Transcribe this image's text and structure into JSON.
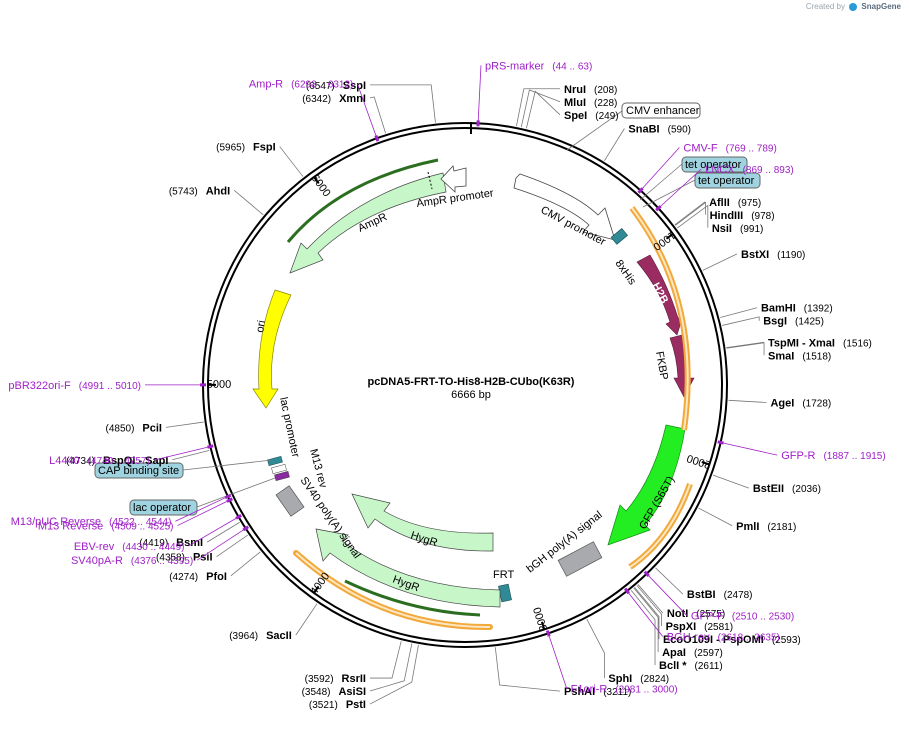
{
  "credit": {
    "prefix": "Created by",
    "brand": "SnapGene"
  },
  "plasmid": {
    "name": "pcDNA5-FRT-TO-His8-H2B-CUbo(K63R)",
    "length": "6666 bp",
    "bp": 6666
  },
  "ticks": [
    {
      "bp": 1000,
      "label": "1000"
    },
    {
      "bp": 2000,
      "label": "2000"
    },
    {
      "bp": 3000,
      "label": "3000"
    },
    {
      "bp": 4000,
      "label": "4000"
    },
    {
      "bp": 5000,
      "label": "5000"
    },
    {
      "bp": 6000,
      "label": "6000"
    }
  ],
  "sites": [
    {
      "name": "SspI",
      "pos": "(6547)",
      "bp": 6547,
      "side": "left"
    },
    {
      "name": "XmnI",
      "pos": "(6342)",
      "bp": 6342,
      "side": "left"
    },
    {
      "name": "FspI",
      "pos": "(5965)",
      "bp": 5965,
      "side": "left"
    },
    {
      "name": "AhdI",
      "pos": "(5743)",
      "bp": 5743,
      "side": "left"
    },
    {
      "name": "NruI",
      "pos": "(208)",
      "bp": 208,
      "side": "right"
    },
    {
      "name": "MluI",
      "pos": "(228)",
      "bp": 228,
      "side": "right"
    },
    {
      "name": "SpeI",
      "pos": "(249)",
      "bp": 249,
      "side": "right"
    },
    {
      "name": "SnaBI",
      "pos": "(590)",
      "bp": 590,
      "side": "right"
    },
    {
      "name": "AflII",
      "pos": "(975)",
      "bp": 975,
      "side": "right"
    },
    {
      "name": "HindIII",
      "pos": "(978)",
      "bp": 978,
      "side": "right"
    },
    {
      "name": "NsiI",
      "pos": "(991)",
      "bp": 991,
      "side": "right"
    },
    {
      "name": "BstXI",
      "pos": "(1190)",
      "bp": 1190,
      "side": "right"
    },
    {
      "name": "BamHI",
      "pos": "(1392)",
      "bp": 1392,
      "side": "right"
    },
    {
      "name": "BsgI",
      "pos": "(1425)",
      "bp": 1425,
      "side": "right"
    },
    {
      "name": "TspMI  - XmaI",
      "pos": "(1516)",
      "bp": 1516,
      "side": "right"
    },
    {
      "name": "SmaI",
      "pos": "(1518)",
      "bp": 1518,
      "side": "right"
    },
    {
      "name": "AgeI",
      "pos": "(1728)",
      "bp": 1728,
      "side": "right"
    },
    {
      "name": "BstEII",
      "pos": "(2036)",
      "bp": 2036,
      "side": "right"
    },
    {
      "name": "PmlI",
      "pos": "(2181)",
      "bp": 2181,
      "side": "right"
    },
    {
      "name": "BstBI",
      "pos": "(2478)",
      "bp": 2478,
      "side": "right"
    },
    {
      "name": "NotI",
      "pos": "(2575)",
      "bp": 2575,
      "side": "right"
    },
    {
      "name": "PspXI",
      "pos": "(2581)",
      "bp": 2581,
      "side": "right"
    },
    {
      "name": "EcoO109I  - PspOMI",
      "pos": "(2593)",
      "bp": 2593,
      "side": "right"
    },
    {
      "name": "ApaI",
      "pos": "(2597)",
      "bp": 2597,
      "side": "right"
    },
    {
      "name": "BclI *",
      "pos": "(2611)",
      "bp": 2611,
      "side": "right"
    },
    {
      "name": "SphI",
      "pos": "(2824)",
      "bp": 2824,
      "side": "right"
    },
    {
      "name": "PshAI",
      "pos": "(3211)",
      "bp": 3211,
      "side": "right"
    },
    {
      "name": "PstI",
      "pos": "(3521)",
      "bp": 3521,
      "side": "left"
    },
    {
      "name": "AsiSI",
      "pos": "(3548)",
      "bp": 3548,
      "side": "left"
    },
    {
      "name": "RsrII",
      "pos": "(3592)",
      "bp": 3592,
      "side": "left"
    },
    {
      "name": "SacII",
      "pos": "(3964)",
      "bp": 3964,
      "side": "left"
    },
    {
      "name": "PfoI",
      "pos": "(4274)",
      "bp": 4274,
      "side": "left"
    },
    {
      "name": "PsiI",
      "pos": "(4358)",
      "bp": 4358,
      "side": "left"
    },
    {
      "name": "BsmI",
      "pos": "(4419)",
      "bp": 4419,
      "side": "left"
    },
    {
      "name": "BspQI  - SapI",
      "pos": "(4734)",
      "bp": 4734,
      "side": "left"
    },
    {
      "name": "PciI",
      "pos": "(4850)",
      "bp": 4850,
      "side": "left"
    }
  ],
  "primers": [
    {
      "name": "pRS-marker",
      "pos": "(44 .. 63)",
      "bp": 53
    },
    {
      "name": "CMV-F",
      "pos": "(769 .. 789)",
      "bp": 779
    },
    {
      "name": "LNCX",
      "pos": "(869 .. 893)",
      "bp": 881
    },
    {
      "name": "GFP-R",
      "pos": "(1887 .. 1915)",
      "bp": 1901
    },
    {
      "name": "GFP-F",
      "pos": "(2510 .. 2530)",
      "bp": 2520
    },
    {
      "name": "BGH-rev",
      "pos": "(2618 .. 2635)",
      "bp": 2626
    },
    {
      "name": "F1ori-R",
      "pos": "(2981 .. 3000)",
      "bp": 2990
    },
    {
      "name": "SV40pA-R",
      "pos": "(4376 .. 4395)",
      "bp": 4385
    },
    {
      "name": "EBV-rev",
      "pos": "(4430 .. 4449)",
      "bp": 4440
    },
    {
      "name": "M13 Reverse",
      "pos": "(4509 .. 4525)",
      "bp": 4517
    },
    {
      "name": "M13/pUC Reverse",
      "pos": "(4522 .. 4544)",
      "bp": 4533
    },
    {
      "name": "L4440",
      "pos": "(4740 .. 4757)",
      "bp": 4748
    },
    {
      "name": "pBR322ori-F",
      "pos": "(4991 .. 5010)",
      "bp": 5000
    },
    {
      "name": "Amp-R",
      "pos": "(6293 .. 6312)",
      "bp": 6302
    }
  ],
  "boxed_features": [
    {
      "name": "CMV enhancer",
      "color": "#ffffff"
    },
    {
      "name": "tet operator",
      "color": "#9fd3e0"
    },
    {
      "name": "tet operator",
      "color": "#9fd3e0"
    },
    {
      "name": "CAP binding site",
      "color": "#9fd3e0"
    },
    {
      "name": "lac operator",
      "color": "#9fd3e0"
    }
  ],
  "features": [
    {
      "name": "CMV promoter",
      "color": "#ffffff"
    },
    {
      "name": "8xHis",
      "color": "#2f8a96"
    },
    {
      "name": "H2B",
      "color": "#9b2c62"
    },
    {
      "name": "FKBP",
      "color": "#9b2c62"
    },
    {
      "name": "GFP (S65T)",
      "color": "#22ee22"
    },
    {
      "name": "bGH poly(A) signal",
      "color": "#a8aaad"
    },
    {
      "name": "FRT",
      "color": "#2f8a96"
    },
    {
      "name": "HygR",
      "color": "#c7f7c9"
    },
    {
      "name": "HygR",
      "color": "#c7f7c9"
    },
    {
      "name": "SV40 poly(A) signal",
      "color": "#a8aaad"
    },
    {
      "name": "M13 rev",
      "color": "#ffffff"
    },
    {
      "name": "lac promoter",
      "color": "#ffffff"
    },
    {
      "name": "ori",
      "color": "#ffff00"
    },
    {
      "name": "AmpR",
      "color": "#c7f7c9"
    },
    {
      "name": "AmpR promoter",
      "color": "#ffffff"
    }
  ]
}
